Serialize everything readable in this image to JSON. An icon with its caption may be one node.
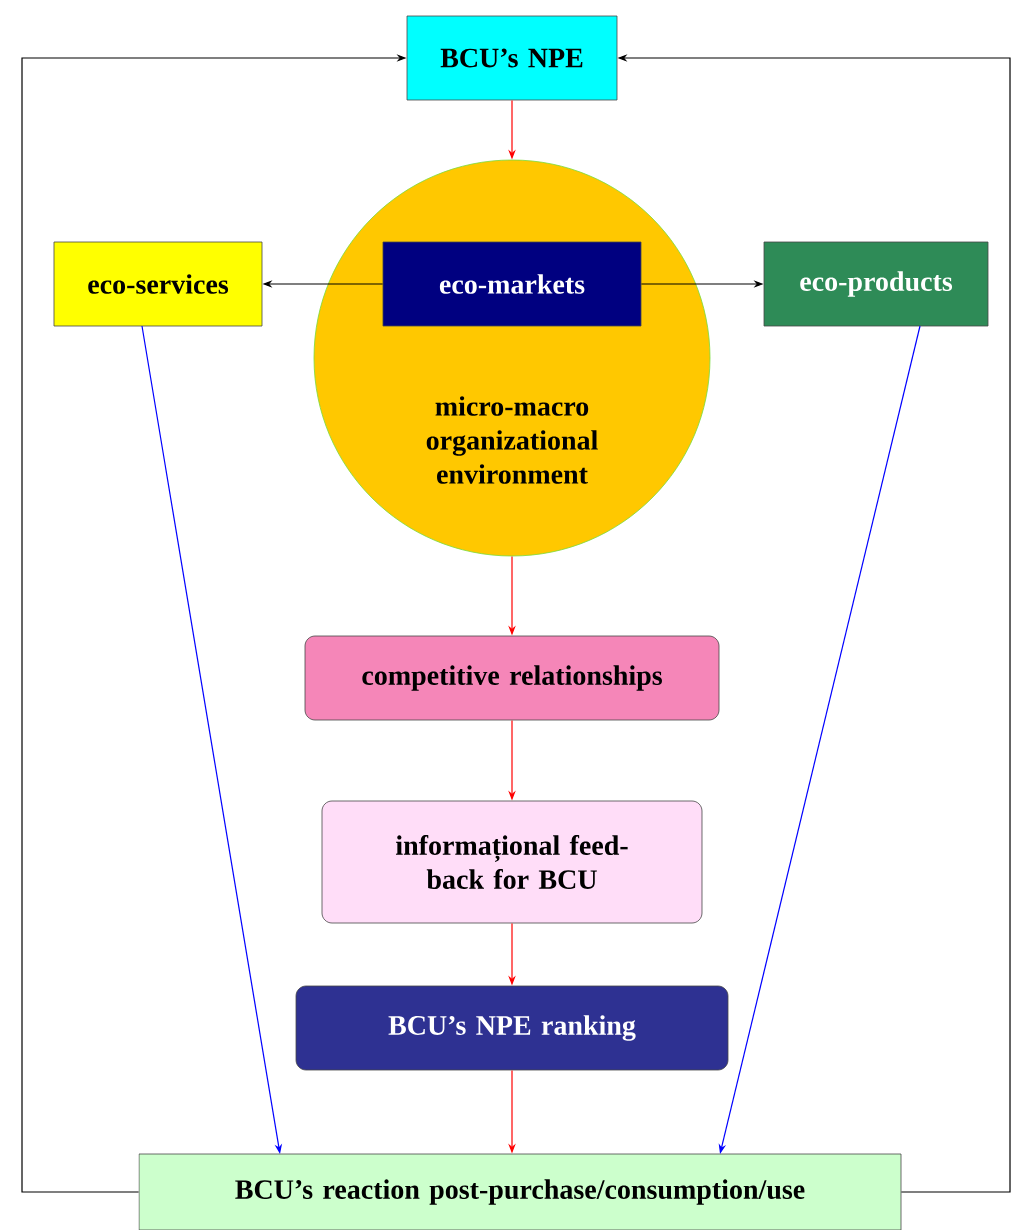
{
  "diagram": {
    "nodes": [
      {
        "text": [
          "BCU’s NPE"
        ]
      },
      {
        "text": [
          "micro-macro organizational environment"
        ]
      },
      {
        "text": [
          "eco-markets"
        ],
        "in": 1
      },
      {
        "text": [
          "eco-services"
        ]
      },
      {
        "text": [
          "eco-products"
        ]
      },
      {
        "text": [
          "competitive relationships"
        ]
      },
      {
        "text": [
          "informațional feed-back for BCU"
        ]
      },
      {
        "text": [
          "BCU’s NPE ranking"
        ]
      },
      {
        "text": [
          "BCU’s reaction post-purchase/consumption/use"
        ]
      }
    ],
    "edges": [
      {
        "from": 0,
        "to": 1,
        "arrow": "to"
      },
      {
        "from": 2,
        "to": 3,
        "arrow": "to",
        "color": "#000000"
      },
      {
        "from": 2,
        "to": 4,
        "arrow": "to",
        "color": "#000000"
      },
      {
        "from": 1,
        "to": 5,
        "arrow": "to"
      },
      {
        "from": 5,
        "to": 6,
        "arrow": "to"
      },
      {
        "from": 6,
        "to": 7,
        "arrow": "to"
      },
      {
        "from": 7,
        "to": 8,
        "arrow": "to"
      },
      {
        "from": 3,
        "to": 8,
        "arrow": "to",
        "color": "#0000ff"
      },
      {
        "from": 4,
        "to": 8,
        "arrow": "to",
        "color": "#0000ff"
      },
      {
        "from": 8,
        "to": 0,
        "arrow": "to",
        "color": "#000000"
      },
      {
        "from": 8,
        "to": 0,
        "arrow": "to",
        "color": "#000000"
      }
    ]
  }
}
